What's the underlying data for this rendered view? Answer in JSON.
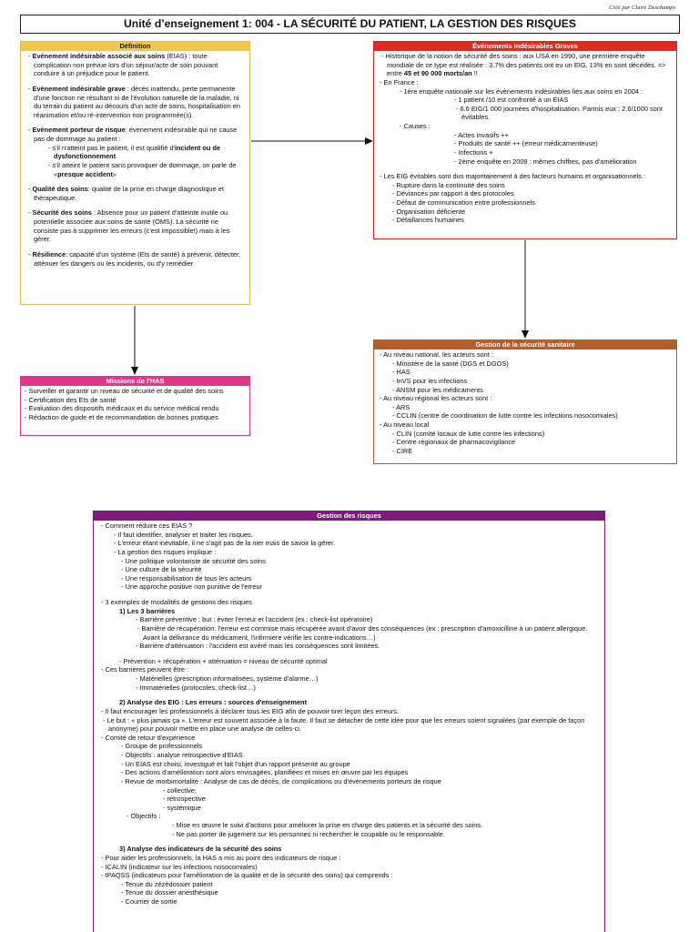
{
  "credit": "Créé par Claire Deschamps",
  "title": "Unité d’enseignement 1: 004 - LA SÉCURITÉ DU PATIENT, LA GESTION DES RISQUES",
  "definition": {
    "header": "Définition",
    "eias_term": "Evénement indésirable associé aux soins",
    "eias_text": " (EIAS) : toute complication non prévue lors d'un séjour/acte de soin pouvant conduire à un préjudice pour le patient.",
    "eig_term": "Evénement indésirable grave",
    "eig_text": " : décès inattendu, perte permanente d'une fonction ne résultant ni de l'évolution naturelle de la maladie, ni du terrain du patient au décours d'un acte de soins, hospitalisation en réanimation et/ou ré-intervention non programmée(s)",
    "epr_term": "Evénement porteur de risque",
    "epr_text": ": évenement indésirable qui ne cause pas de dommage au patient :",
    "epr_a1": "- s'il n'atteint pas le patient, il est qualifié d'",
    "epr_a1_b": "incident ou de dysfonctionnement",
    "epr_a2": "- s'il atteint le patient sans provoquer de dommage, on parle de «",
    "epr_a2_b": "presque accident",
    "epr_a2_end": "»",
    "qual_term": "Qualité des soins",
    "qual_text": ": qualité de la prise en charge diagnostique et thérapeutique.",
    "secu_term": "Sécurité des soins",
    "secu_text": " : Absence pour un patient d'atteinte inutile ou potentielle associée aux soins de santé (OMS). La sécurité ne consiste pas à supprimer les erreurs (c'est impossible!) mais à les gérer.",
    "res_term": "Résilience",
    "res_text": ": capacité d'un système (Ets de santé) à prévenir, détecter, atténuer les dangers ou les incidents, ou d'y remédier"
  },
  "eig": {
    "header": "Évènements Indésirables Graves",
    "l1": "- Historique de la notion de sécurité des soins : aux USA en 1990, une première enquête mondiale de ce type est réalisée : 3.7% des patients ont eu un EIG, 13% en sont décédés. => entre",
    "l1_b": "45 et 90 000 morts/an",
    "l1_end": " !!",
    "l2": "- En France :",
    "l3": "- 1ère enquête nationale sur les évènements indésirables liés aux soins en 2004 :",
    "l4": "- 1 patient /10 est confronté à un EIAS",
    "l5": "- 6.6 EIG/1 000 journées d'hospitalisation. Parmis eux : 2.6/1000 sont évitables.",
    "l6": "- Causes :",
    "l7": "- Actes invasifs ++",
    "l8": "- Produits de santé ++ (erreur médicamenteuse)",
    "l9": "- Infections +",
    "l10": "- 2ème enquête en 2009 : mêmes chiffres, pas d'amélioration",
    "l11": "- Les EIG évitables sont dus majoritairement à des facteurs humains et organisationnels :",
    "l12": "- Rupture dans la continuité des soins",
    "l13": "- Déviances par rapport à des protocoles",
    "l14": "- Défaut de communication entre professionnels",
    "l15": "- Organisation déficiente",
    "l16": "- Défaillances humaines"
  },
  "gss": {
    "header": "Gestion de la sécurité sanitaire",
    "l1": "- Au niveau national, les acteurs sont :",
    "l2": "- Ministère de la santé (DGS et DGOS)",
    "l3": "- HAS",
    "l4": "- InVS pour les infections",
    "l5": "- ANSM pour les médicaments",
    "l6": "- Au niveau régional les acteurs sont :",
    "l7": "- ARS",
    "l8": "- CCLIN (centre de coordination de lutte contre les infections nosocomiales)",
    "l9": "- Au niveau local",
    "l10": "- CLIN (comité locaux de lutte contre les infections)",
    "l11": "- Centre régionaux de pharmacovigilance",
    "l12": "- CIRE"
  },
  "has": {
    "header": "Missions de l'HAS",
    "l1": "- Surveiller et garantir un niveau de sécurité et de qualité des soins",
    "l2": "- Certification des Ets de santé",
    "l3": "- Evaluation des dispositifs médicaux et du service médical rendu",
    "l4": "- Rédaction de guide et de recommandation de bonnes pratiques"
  },
  "gr": {
    "header": "Gestion des risques",
    "a1": "- Comment réduire ces EIAS ?",
    "a2": "- Il faut identifier, analyser et traiter les risques.",
    "a3": "- L'erreur étant inévitable, il ne s'agit pas de la nier mais de savoir la gérer.",
    "a4": "- La gestion des risques implique :",
    "a5": "- Une politique volontariste de sécurité des soins",
    "a6": "- Une culture de la sécurité",
    "a7": "- Une responsabilisation de tous les acteurs",
    "a8": "- Une approche positive non punitive de l'erreur",
    "b1": "- 3 exemples de modalités de gestions des risques",
    "b2": "1) Les 3 barrières",
    "b3": "- Barrière préventive : but : éviter l'erreur et l'accident  (ex : check-list opératoire)",
    "b4": "- Barrière de récupération: l'erreur est commise mais récupérée avant d'avoir des conséquences (ex : prescription d'amoxicilline à un patient allergique. Avant la délivrance du médicament, l'infirmière vérifie les contre-indications…)",
    "b5": "- Barrière d'atténuation : l'accident est avéré mais les conséquences sont limitées.",
    "b6": "- Prévention + récupération + atténuation = niveau de sécurité optimal",
    "b7": "- Ces barrières peuvent être :",
    "b8": "- Matérielles (prescription informatisées, système d'alarme…)",
    "b9": "- Immatérielles (protocoles, check-list…)",
    "c1": "2) Analyse des EIG : Les erreurs : sources d'enseignement",
    "c2": "- Il faut encourager les professionnels à déclarer tous les EIG afin de pouvoir tirer leçon des erreurs.",
    "c3": "- Le but : « plus jamais ça ».  L'erreur est souvent associée à la faute. Il faut se détacher de cette idée pour que les erreurs soient signalées (par exemple de façon anonyme) pour pouvoir mettre en place une analyse de celles-ci.",
    "c4": "- Comité de retour d'expérience",
    "c5": "- Groupe de professionnels",
    "c6": "- Objectifs : analyse retrospective d'EIAS",
    "c7": "- Un EIAS est choisi, investigué et fait l'objet d'un rapport présenté au groupe",
    "c8": "- Des actions d'amélioration sont alors envisagées, planifiées et mises en œuvre par les équipes",
    "c9": "- Revue de morbimortalité : Analyse de cas de décès, de complications ou d'évènements porteurs de risque",
    "c10": "- collective,",
    "c11": "- rétrospective",
    "c12": "- systémique",
    "c13": "- Objectifs :",
    "c14": "- Mise en œuvre le suivi d'actions pour améliorer la prise en charge des patients et la sécurité des soins.",
    "c15": "- Ne pas porter de jugement sur les personnes ni rechercher le coupable ou le responsable.",
    "d1": "3) Analyse des indicateurs de la sécurité des soins",
    "d2": "- Pour aider les professionnels, la HAS a mis au point des indicateurs de risque :",
    "d3": "- ICALIN (indicateur sur les infections nosocomiales)",
    "d4": "- IPAQSS (indicateurs pour l'amélioration de la qualité et de la sécurité des soins) qui comprends :",
    "d5": "- Tenue du zézédossier patient",
    "d6": "- Tenue du dossier anesthésique",
    "d7": "- Courrier de sortie"
  }
}
